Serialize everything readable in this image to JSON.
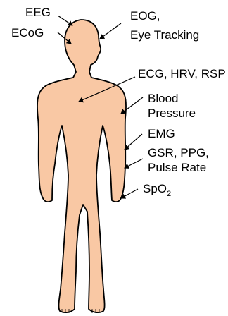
{
  "colors": {
    "skin": "#f9c8a4",
    "outline": "#000000",
    "text": "#000000",
    "background": "#ffffff"
  },
  "labels": {
    "eeg": "EEG",
    "ecog": "ECoG",
    "eog_line1": "EOG,",
    "eog_line2": "Eye Tracking",
    "ecg": "ECG, HRV, RSP",
    "bp_line1": "Blood",
    "bp_line2": "Pressure",
    "emg": "EMG",
    "gsr_line1": "GSR, PPG,",
    "gsr_line2": "Pulse Rate",
    "spo2_main": "SpO",
    "spo2_sub": "2"
  }
}
